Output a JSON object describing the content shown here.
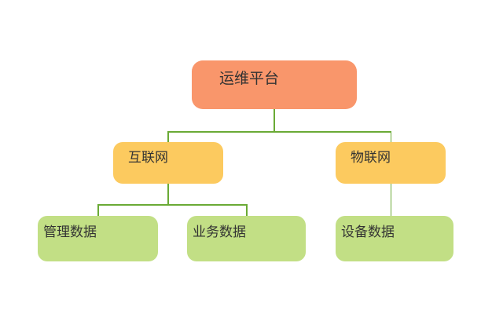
{
  "diagram": {
    "type": "tree",
    "background_color": "#ffffff",
    "connector_color": "#6aaa35",
    "text_color": "#333333",
    "nodes": {
      "root": {
        "label": "运维平台",
        "color": "#f9966b",
        "level": 1
      },
      "internet": {
        "label": "互联网",
        "color": "#fcca5f",
        "level": 2
      },
      "iot": {
        "label": "物联网",
        "color": "#fcca5f",
        "level": 2
      },
      "mgmt": {
        "label": "管理数据",
        "color": "#c2df85",
        "level": 3
      },
      "biz": {
        "label": "业务数据",
        "color": "#c2df85",
        "level": 3
      },
      "dev": {
        "label": "设备数据",
        "color": "#c2df85",
        "level": 3
      }
    },
    "edges": [
      {
        "from": "root",
        "to": "internet"
      },
      {
        "from": "root",
        "to": "iot"
      },
      {
        "from": "internet",
        "to": "mgmt"
      },
      {
        "from": "internet",
        "to": "biz"
      },
      {
        "from": "iot",
        "to": "dev"
      }
    ]
  }
}
